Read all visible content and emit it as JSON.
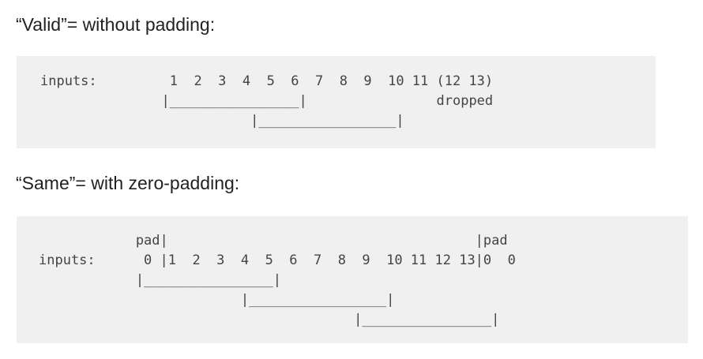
{
  "sections": [
    {
      "heading": "“Valid”= without padding:",
      "code_lines": [
        "inputs:         1  2  3  4  5  6  7  8  9  10 11 (12 13)",
        "               |________________|                dropped",
        "                          |_________________|"
      ]
    },
    {
      "heading": "“Same”= with zero-padding:",
      "code_lines": [
        "            pad|                                      |pad",
        "inputs:      0 |1  2  3  4  5  6  7  8  9  10 11 12 13|0  0",
        "            |________________|",
        "                         |_________________|",
        "                                       |________________|"
      ]
    }
  ]
}
